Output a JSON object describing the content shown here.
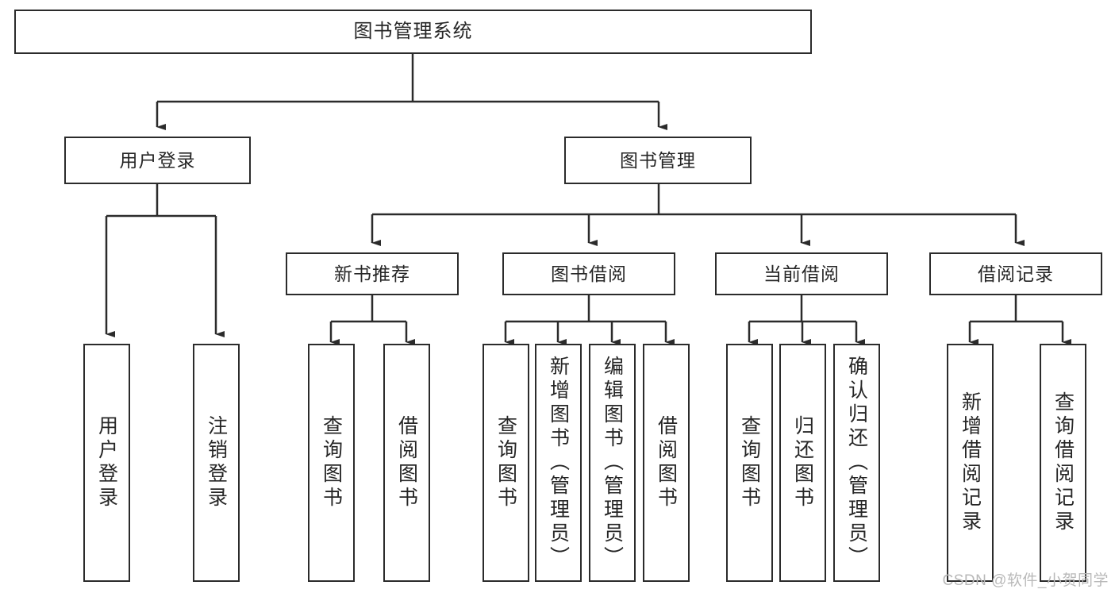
{
  "diagram": {
    "type": "tree-hierarchy",
    "title": "图书管理系统",
    "root": {
      "label": "图书管理系统"
    },
    "level2": [
      {
        "label": "用户登录"
      },
      {
        "label": "图书管理"
      }
    ],
    "level3": [
      {
        "label": "新书推荐"
      },
      {
        "label": "图书借阅"
      },
      {
        "label": "当前借阅"
      },
      {
        "label": "借阅记录"
      }
    ],
    "leaves": {
      "user_login": [
        {
          "label": "用户登录"
        },
        {
          "label": "注销登录"
        }
      ],
      "new_book_recommend": [
        {
          "label": "查询图书"
        },
        {
          "label": "借阅图书"
        }
      ],
      "book_borrow": [
        {
          "label": "查询图书"
        },
        {
          "label": "新增图书（管理员）"
        },
        {
          "label": "编辑图书（管理员）"
        },
        {
          "label": "借阅图书"
        }
      ],
      "current_borrow": [
        {
          "label": "查询图书"
        },
        {
          "label": "归还图书"
        },
        {
          "label": "确认归还（管理员）"
        }
      ],
      "borrow_record": [
        {
          "label": "新增借阅记录"
        },
        {
          "label": "查询借阅记录"
        }
      ]
    }
  },
  "watermark": {
    "text": "CSDN @软件_小贺同学"
  },
  "colors": {
    "border": "#2b2b2b",
    "text": "#262626",
    "background": "#ffffff",
    "watermark": "#b9b9b9"
  }
}
